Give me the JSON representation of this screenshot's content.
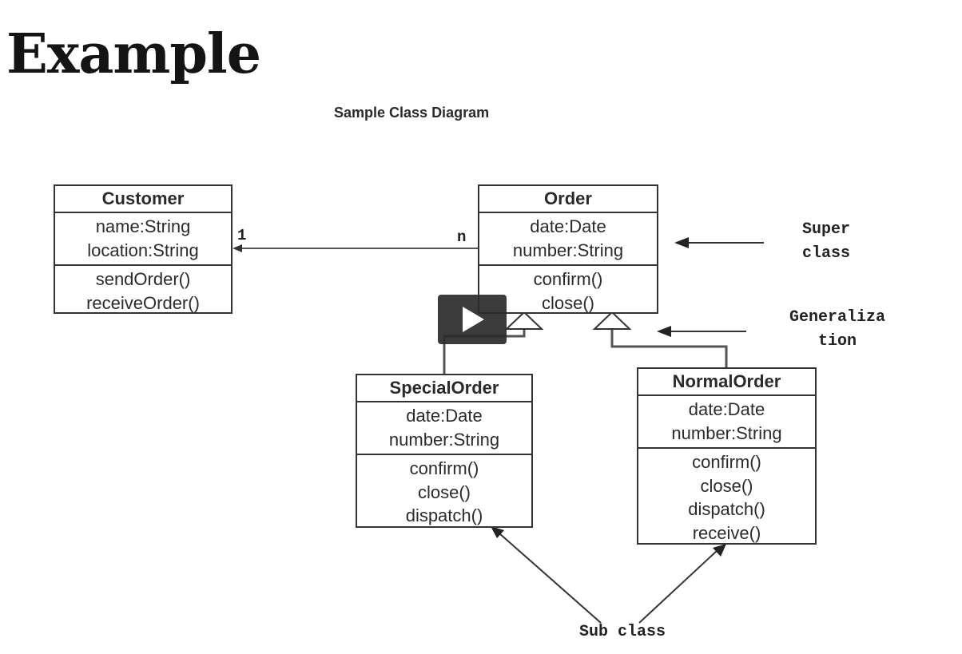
{
  "slide": {
    "title": "Example"
  },
  "diagram": {
    "caption": "Sample Class Diagram",
    "classes": {
      "customer": {
        "name": "Customer",
        "attributes": [
          "name:String",
          "location:String"
        ],
        "methods": [
          "sendOrder()",
          "receiveOrder()"
        ]
      },
      "order": {
        "name": "Order",
        "attributes": [
          "date:Date",
          "number:String"
        ],
        "methods": [
          "confirm()",
          "close()"
        ]
      },
      "special_order": {
        "name": "SpecialOrder",
        "attributes": [
          "date:Date",
          "number:String"
        ],
        "methods": [
          "confirm()",
          "close()",
          "dispatch()"
        ]
      },
      "normal_order": {
        "name": "NormalOrder",
        "attributes": [
          "date:Date",
          "number:String"
        ],
        "methods": [
          "confirm()",
          "close()",
          "dispatch()",
          "receive()"
        ]
      }
    },
    "association": {
      "customer_multiplicity": "1",
      "order_multiplicity": "n"
    },
    "annotations": {
      "super_class": [
        "Super",
        "class"
      ],
      "generalization": [
        "Generaliza",
        "tion"
      ],
      "sub_class": "Sub class"
    }
  },
  "player": {
    "play_icon": "play-icon"
  }
}
